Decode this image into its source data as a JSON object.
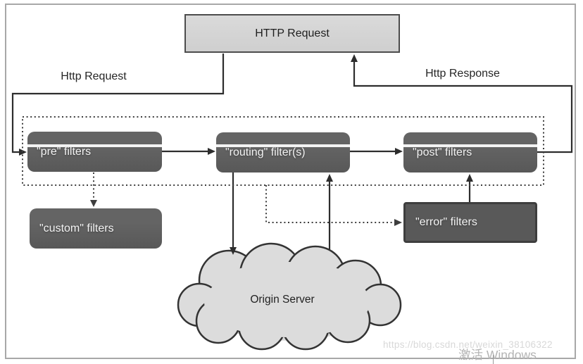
{
  "diagram": {
    "http_request_box": {
      "label": "HTTP Request"
    },
    "flow_labels": {
      "request": "Http Request",
      "response": "Http Response"
    },
    "filter_boxes": {
      "pre": "\"pre\" filters",
      "routing": "\"routing\" filter(s)",
      "post": "\"post\" filters",
      "custom": "\"custom\" filters",
      "error": "\"error\" filters"
    },
    "origin_server": {
      "label": "Origin Server"
    },
    "colors": {
      "filter_box_fill": "#5c5c5c",
      "error_box_border": "#3e3e3e",
      "http_box_fill": "#d6d6d6",
      "http_box_border": "#4c4c4c",
      "line": "#2d2d2d",
      "dotted_line": "#3d3d3d",
      "cloud_fill": "#dcdcdc",
      "cloud_stroke": "#333333",
      "frame_border": "#a8a8a8",
      "watermark_url": "#d8d8d8",
      "watermark_activate": "#b4b4b4"
    }
  },
  "watermark": {
    "url_text": "https://blog.csdn.net/weixin_38106322",
    "activate_text": "激活 Windows"
  }
}
